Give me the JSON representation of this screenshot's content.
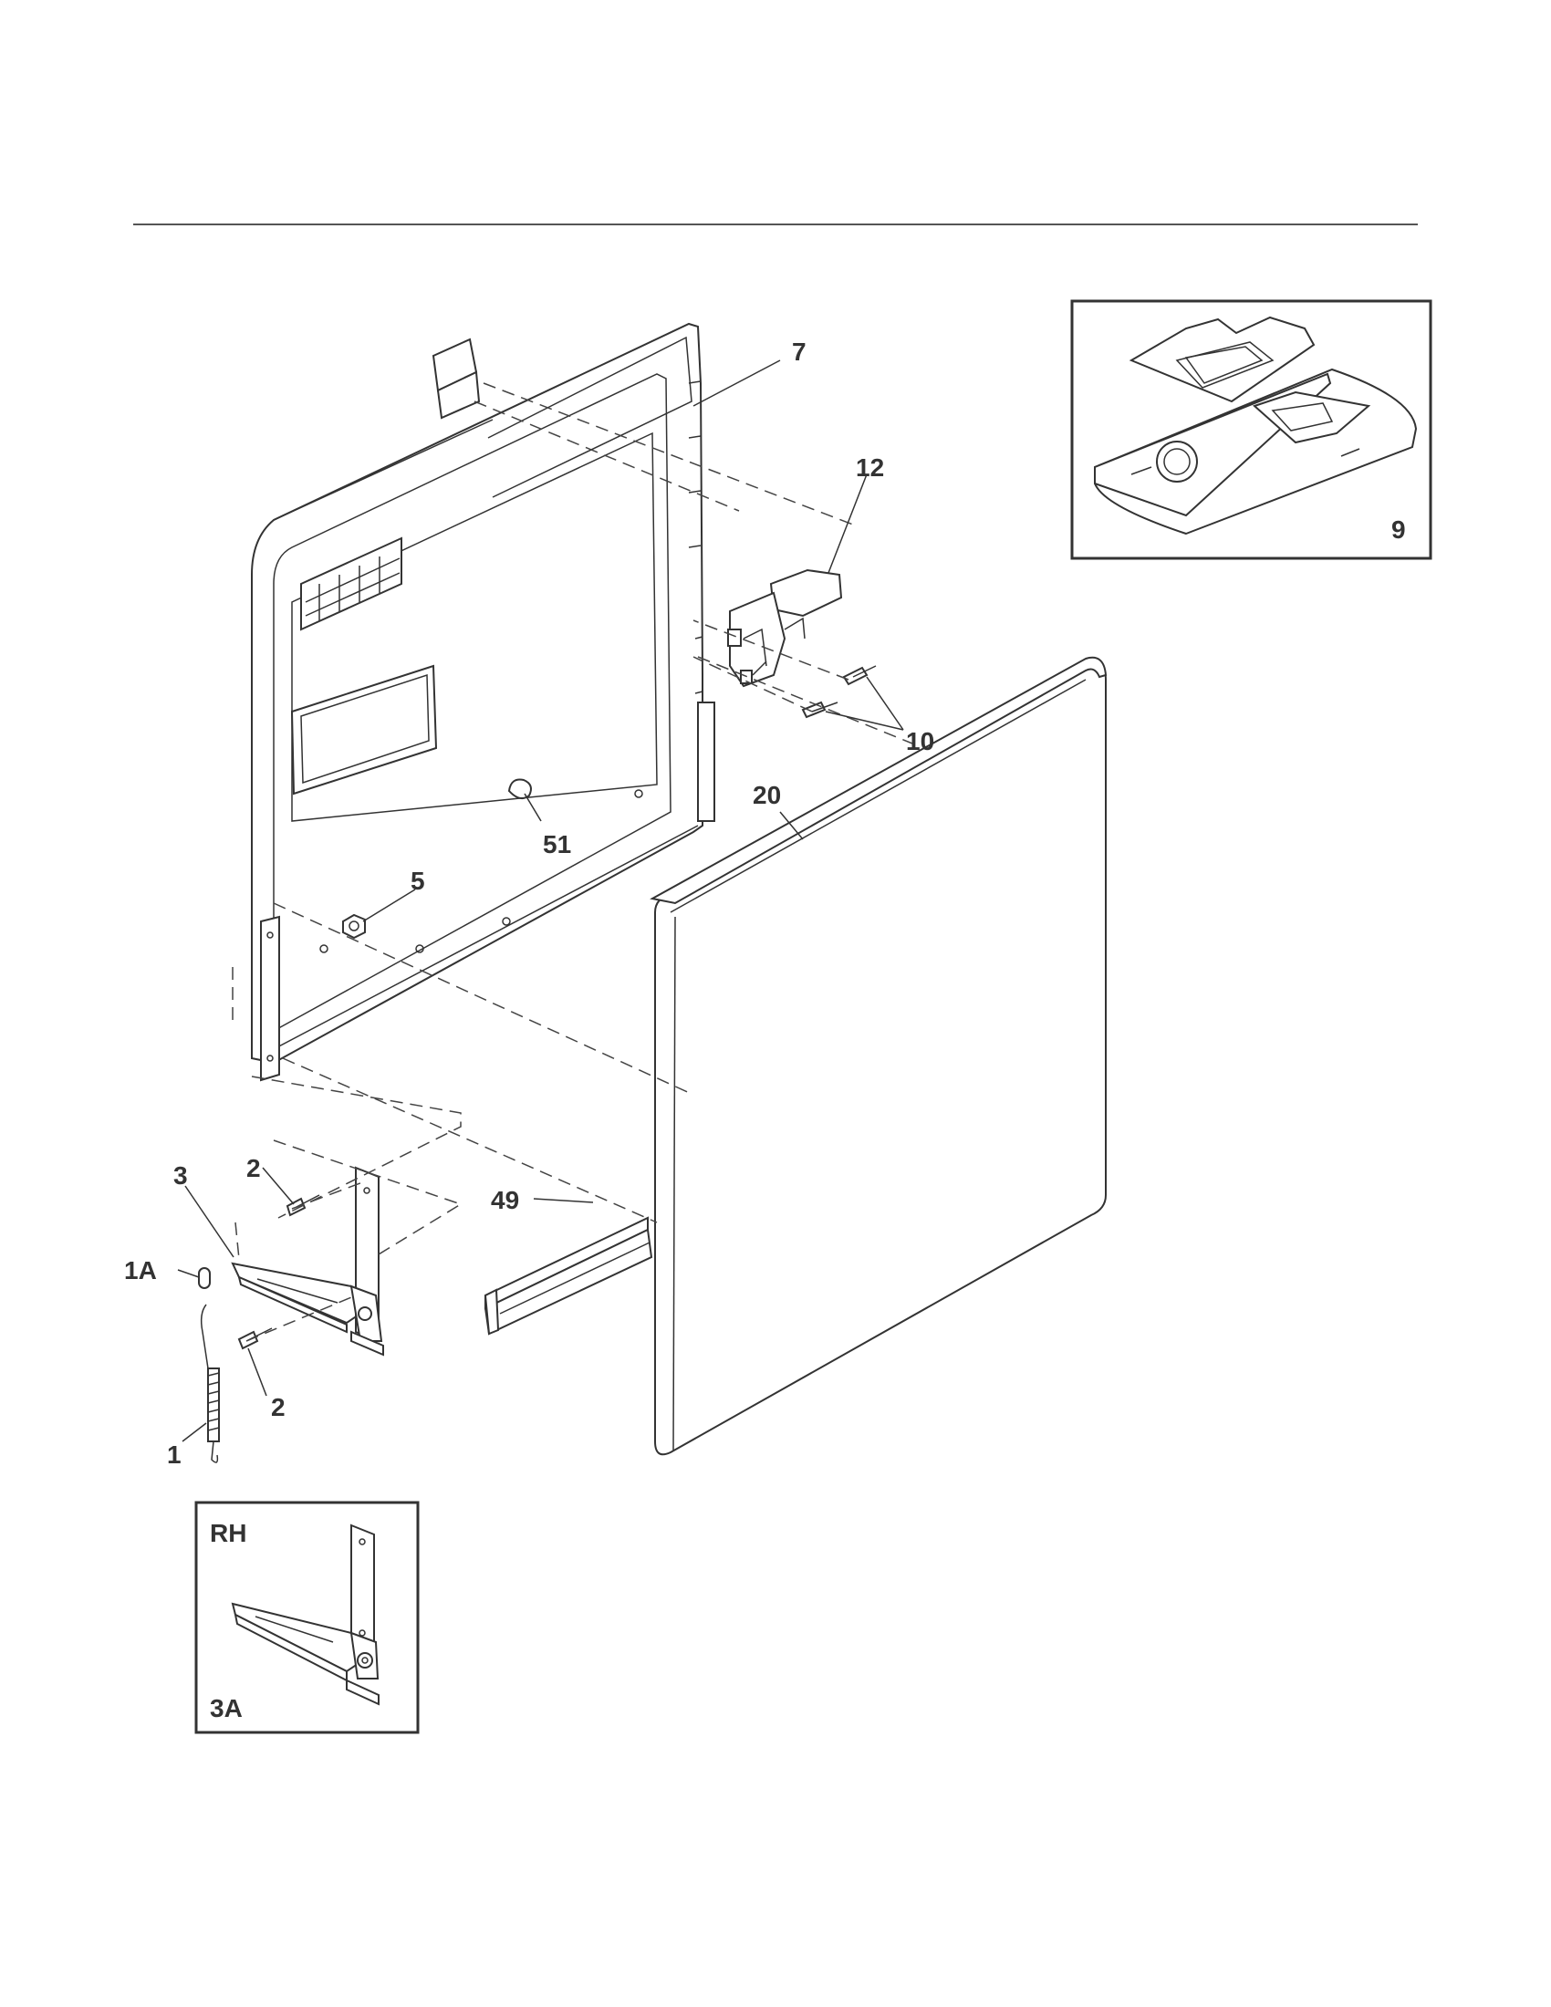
{
  "callouts": {
    "c7": "7",
    "c12": "12",
    "c10": "10",
    "c20": "20",
    "c51": "51",
    "c5": "5",
    "c3": "3",
    "c2a": "2",
    "c2b": "2",
    "c1a": "1A",
    "c1": "1",
    "c49": "49",
    "c9": "9"
  },
  "inset_rh": {
    "side": "RH",
    "part": "3A"
  },
  "colors": {
    "line": "#333333",
    "background": "#ffffff"
  }
}
